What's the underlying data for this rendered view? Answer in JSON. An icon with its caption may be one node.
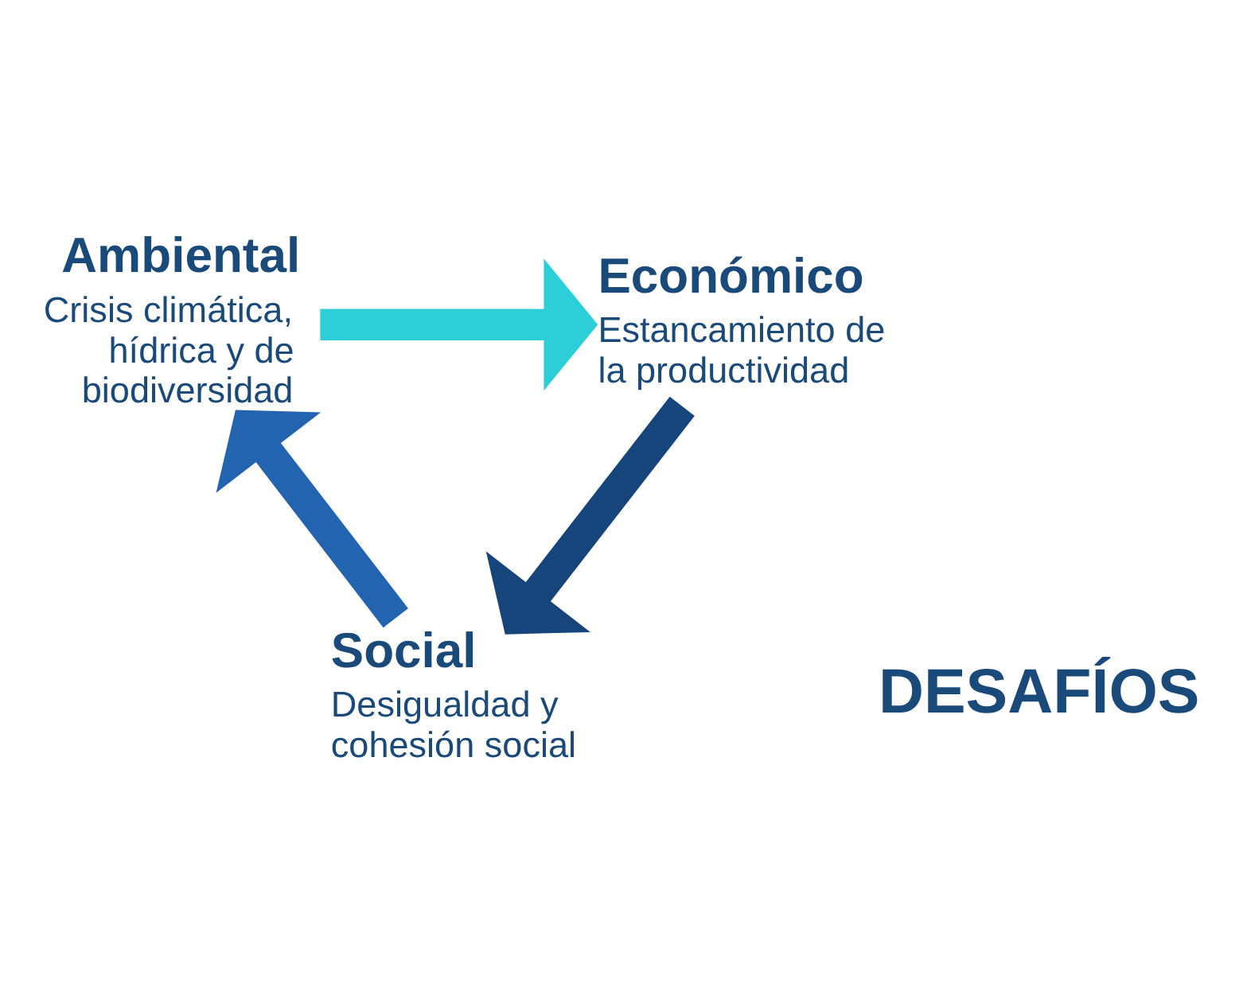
{
  "diagram": {
    "nodes": [
      {
        "text": [
          "Ambiental",
          "Crisis climática, hídrica y de biodiversidad"
        ]
      },
      {
        "text": [
          "Económico",
          "Estancamiento de la productividad"
        ]
      },
      {
        "text": [
          "Social",
          "Desigualdad y cohesión social"
        ]
      }
    ],
    "edges": [
      {
        "from": 0,
        "to": 1,
        "arrow": "to",
        "color": "#2ccfd8"
      },
      {
        "from": 1,
        "to": 2,
        "arrow": "to",
        "color": "#15457a"
      },
      {
        "from": 2,
        "to": 0,
        "arrow": "to",
        "color": "#2264b0"
      }
    ],
    "labels": [
      "DESAFÍOS"
    ]
  }
}
